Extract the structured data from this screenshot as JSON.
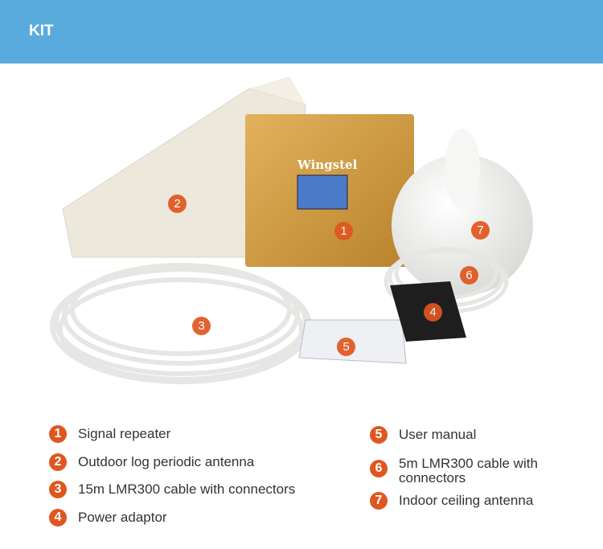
{
  "header": {
    "title": "KIT"
  },
  "colors": {
    "header_bg": "#5aabdd",
    "badge": "#e0561f"
  },
  "photo": {
    "brand_logo": "Wingstel",
    "markers": [
      "1",
      "2",
      "3",
      "4",
      "5",
      "6",
      "7"
    ]
  },
  "legend": [
    {
      "num": "1",
      "label": "Signal repeater"
    },
    {
      "num": "2",
      "label": "Outdoor log periodic antenna"
    },
    {
      "num": "3",
      "label": "15m LMR300 cable with connectors"
    },
    {
      "num": "4",
      "label": "Power adaptor"
    },
    {
      "num": "5",
      "label": "User manual"
    },
    {
      "num": "6",
      "label": "5m LMR300 cable with connectors"
    },
    {
      "num": "7",
      "label": "Indoor ceiling antenna"
    }
  ]
}
